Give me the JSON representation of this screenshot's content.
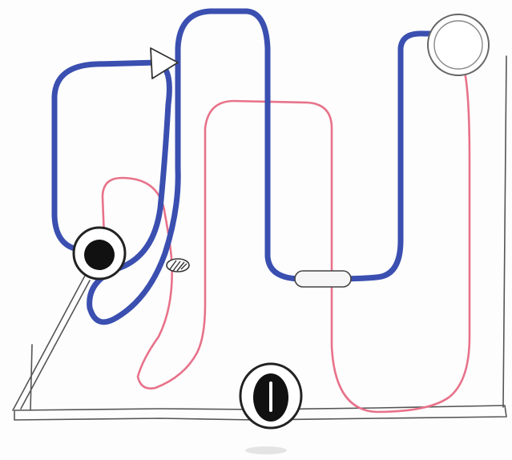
{
  "diagram": {
    "colors": {
      "background": "#fdfdfd",
      "blue_tube": "#3a4fb0",
      "red_tube": "#e8728a",
      "outline": "#222222",
      "stand": "#555555",
      "dark_fill": "#111111",
      "light_fill": "#f2f2f2"
    },
    "components": [
      {
        "name": "top-right-ring",
        "icon": "open-ring-icon"
      },
      {
        "name": "arrow-valve",
        "icon": "triangle-arrow-icon"
      },
      {
        "name": "left-ring-node",
        "icon": "dark-ring-icon"
      },
      {
        "name": "center-capsule",
        "icon": "capsule-icon"
      },
      {
        "name": "hatched-clip",
        "icon": "hatched-clip-icon"
      },
      {
        "name": "bottom-ring-node",
        "icon": "dark-ring-icon"
      }
    ]
  }
}
